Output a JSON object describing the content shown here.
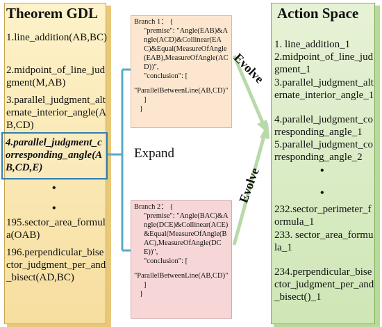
{
  "theorem": {
    "title": "Theorem GDL",
    "items": [
      "1.line_addition(AB,BC)",
      "2.midpoint_of_line_judgment(M,AB)",
      "3.parallel_judgment_alternate_interior_angle(AB,CD)"
    ],
    "highlight": "4.parallel_judgment_corresponding_angle(AB,CD,E)",
    "items_after": [
      "195.sector_area_formula(OAB)",
      "196.perpendicular_bisector_judgment_per_and_bisect(AD,BC)"
    ]
  },
  "branch1": {
    "lines": [
      "Branch 1： {",
      "\"premise\": \"Angle(EAB)&Angle(ACD)&Collinear(EAC)&Equal(MeasureOfAngle(EAB),MeasureOfAngle(ACD))\",",
      "\"conclusion\": [",
      "\"ParallelBetweenLine(AB,CD)\"",
      "]",
      "}"
    ]
  },
  "branch2": {
    "lines": [
      "Branch 2： {",
      "\"premise\": \"Angle(BAC)&Angle(DCE)&Collinear(ACE)&Equal(MeasureOfAngle(BAC),MeasureOfAngle(DCE))\",",
      "\"conclusion\": [",
      "\"ParallelBetweenLine(AB,CD)\"",
      "]",
      "}"
    ]
  },
  "labels": {
    "expand": "Expand",
    "evolve_top": "Evolve",
    "evolve_bottom": "Evolve"
  },
  "action": {
    "title": "Action Space",
    "items": [
      "1. line_addition_1",
      "2.midpoint_of_line_judgment_1",
      "3.parallel_judgment_alternate_interior_angle_1",
      "4.parallel_judgment_corresponding_angle_1",
      "5.parallel_judgment_corresponding_angle_2"
    ],
    "items_after": [
      "232.sector_perimeter_formula_1",
      "233. sector_area_formula_1",
      "234.perpendicular_bisector_judgment_per_and_bisect()_1"
    ]
  },
  "colors": {
    "theorem_fill": "#f7dea0",
    "action_fill": "#cfe6b6",
    "highlight_border": "#2f7fb0",
    "arrow": "#b8d9a8",
    "connector": "#5aa9c8"
  }
}
